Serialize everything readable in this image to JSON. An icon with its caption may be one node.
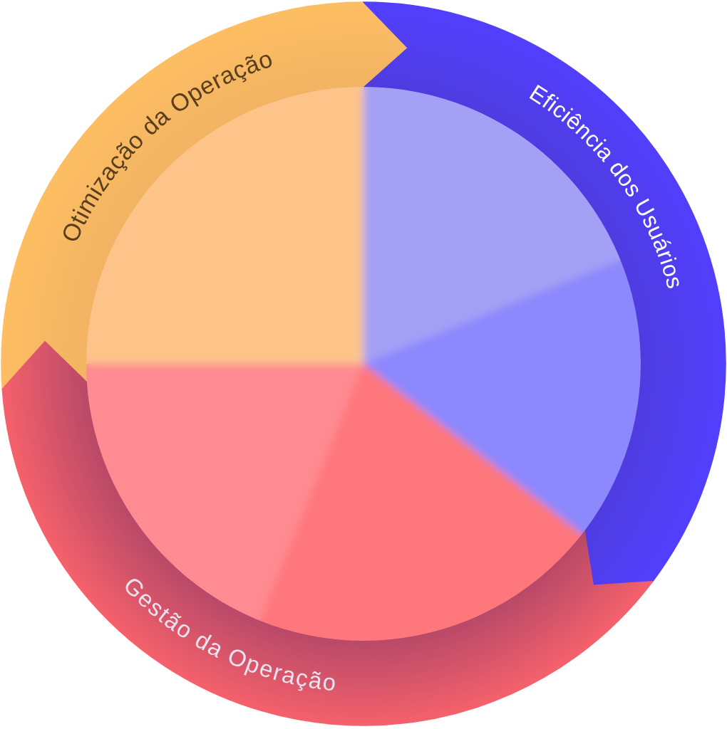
{
  "diagram": {
    "nodes": [
      {
        "text": [
          "Otimização da Operação"
        ]
      },
      {
        "text": [
          "Eficiência dos Usuários"
        ]
      },
      {
        "text": [
          "Gestão da Operação"
        ]
      }
    ]
  }
}
